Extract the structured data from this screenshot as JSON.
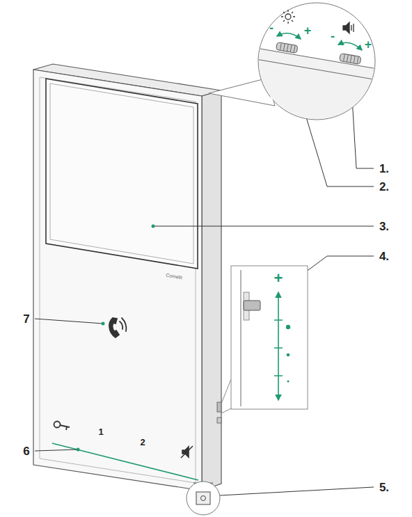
{
  "diagram": {
    "labels": [
      "-",
      "+",
      "-",
      "+",
      "1.",
      "2.",
      "3.",
      "+",
      "4.",
      "Comelit",
      "7",
      "6",
      "1",
      "2",
      "5."
    ]
  }
}
